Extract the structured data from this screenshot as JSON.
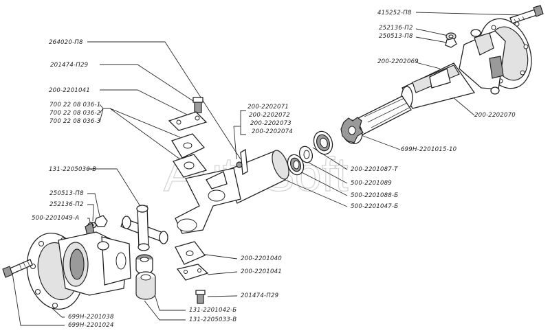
{
  "watermark": "AutoSoft",
  "labels": {
    "bolt_top": "415252-П8",
    "washer_top": "252136-П2",
    "nut_top": "250513-П8",
    "shaft_tube": "200-2202069",
    "shaft_yoke_rear": "200-2202070",
    "splined_tip": "699Н-2201015-10",
    "grease_fitting": "264020-П8",
    "bolt_plate_top": "201474-П29",
    "lock_plate_top": "200-2201041",
    "cover_1": "700 22 08 036-1",
    "cover_2": "700 22 08 036-2",
    "cover_3": "700 22 08 036-3",
    "assembly_1": "200-2202071",
    "assembly_2": "200-2202072",
    "assembly_3": "200-2202073",
    "assembly_4": "200-2202074",
    "seal_ring": "200-2201087-Т",
    "seal_2": "500-2201089",
    "seal_3": "500-2201088-Б",
    "seal_4": "500-2201047-Б",
    "cross": "131-2205030-В",
    "nut_left": "250513-П8",
    "washer_left": "252136-П2",
    "fitting_left": "500-2201049-А",
    "cover_plate_low": "200-2201040",
    "lock_plate_low": "200-2201041",
    "bolt_low": "201474-П29",
    "bearing": "131-2201042-Б",
    "bearing_cup": "131-2205033-В",
    "flange_yoke": "699Н-2201038",
    "flange": "699Н-2201024"
  }
}
